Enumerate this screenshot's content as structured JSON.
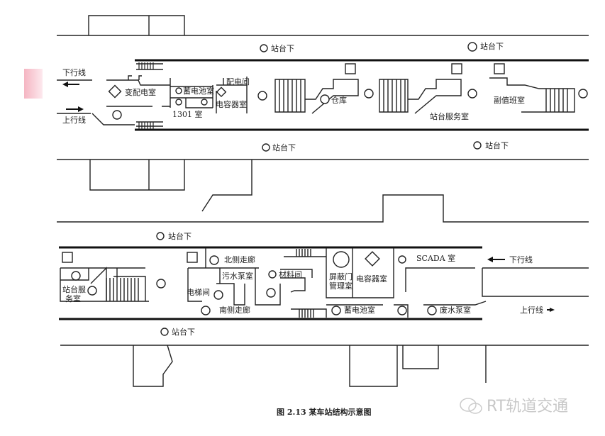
{
  "upper_plan": {
    "down_line": "下行线",
    "up_line": "上行线",
    "below_platform": [
      "站台下",
      "站台下",
      "站台下",
      "站台下"
    ],
    "rooms": {
      "substation": "变配电室",
      "battery": "蓄电池室",
      "room_1301": "1301 室",
      "distribution": "配电间",
      "capacitor": "电容器室",
      "warehouse": "仓库",
      "platform_service": "站台服务室",
      "deputy_duty": "副值班室"
    }
  },
  "lower_plan": {
    "below_platform": [
      "站台下",
      "站台下"
    ],
    "down_line": "下行线",
    "up_line": "上行线",
    "rooms": {
      "platform_service_1": "站台服",
      "platform_service_2": "务室",
      "north_corridor": "北侧走廊",
      "sewage_pump": "污水泵室",
      "materials": "材料间",
      "elevator": "电梯间",
      "south_corridor": "南侧走廊",
      "psd_1": "屏蔽门",
      "psd_2": "管理室",
      "capacitor": "电容器室",
      "scada": "SCADA 室",
      "battery": "蓄电池室",
      "wastewater_pump": "废水泵室"
    }
  },
  "caption": "图 2.13   某车站结构示意图",
  "watermark": "RT轨道交通"
}
